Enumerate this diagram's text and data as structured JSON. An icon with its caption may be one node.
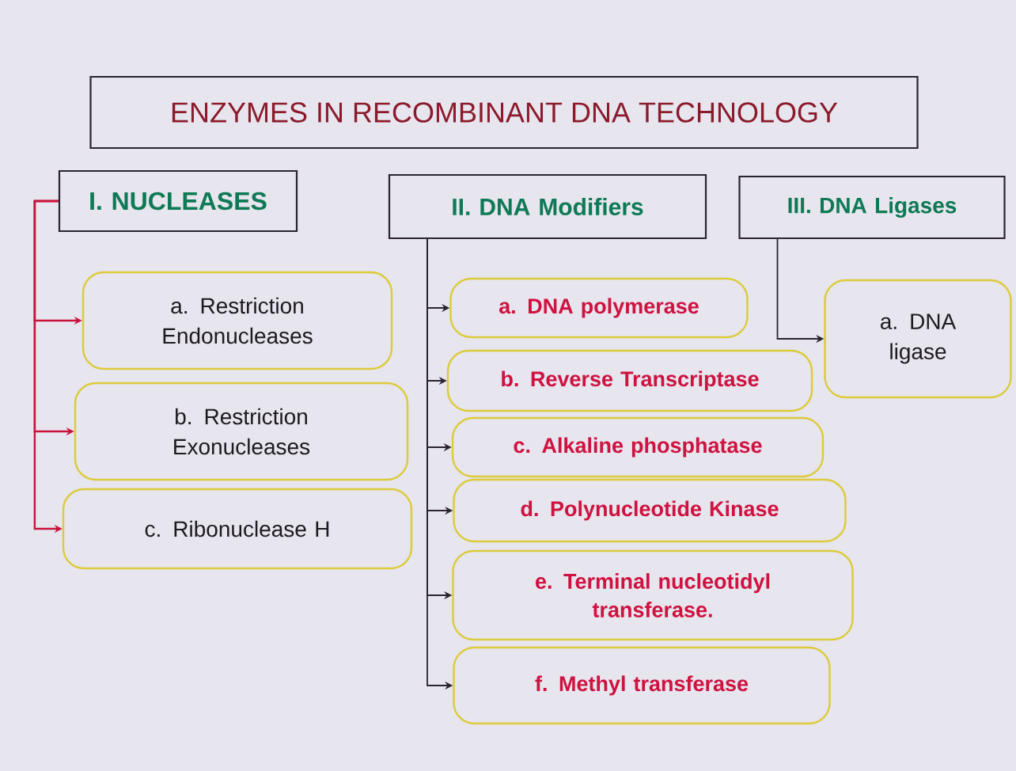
{
  "diagram": {
    "title": "ENZYMES IN RECOMBINANT DNA TECHNOLOGY",
    "nodes": [
      {
        "text": [
          "I. NUCLEASES"
        ]
      },
      {
        "text": [
          "a. Restriction Endonucleases"
        ]
      },
      {
        "text": [
          "b. Restriction Exonucleases"
        ]
      },
      {
        "text": [
          "c. Ribonuclease H"
        ]
      },
      {
        "text": [
          "II. DNA Modifiers"
        ]
      },
      {
        "text": [
          "a. DNA polymerase"
        ]
      },
      {
        "text": [
          "b. Reverse Transcriptase"
        ]
      },
      {
        "text": [
          "c. Alkaline phosphatase"
        ]
      },
      {
        "text": [
          "d. Polynucleotide Kinase"
        ]
      },
      {
        "text": [
          "e. Terminal nucleotidyl transferase."
        ]
      },
      {
        "text": [
          "f. Methyl transferase"
        ]
      },
      {
        "text": [
          "III. DNA Ligases"
        ]
      },
      {
        "text": [
          "a. DNA ligase"
        ]
      }
    ],
    "edges": [
      {
        "from": 0,
        "to": 1,
        "arrow": "to",
        "color": "#c8143c"
      },
      {
        "from": 0,
        "to": 2,
        "arrow": "to",
        "color": "#c8143c"
      },
      {
        "from": 0,
        "to": 3,
        "arrow": "to",
        "color": "#c8143c"
      },
      {
        "from": 4,
        "to": 5,
        "arrow": "to"
      },
      {
        "from": 4,
        "to": 6,
        "arrow": "to"
      },
      {
        "from": 4,
        "to": 7,
        "arrow": "to"
      },
      {
        "from": 4,
        "to": 8,
        "arrow": "to"
      },
      {
        "from": 4,
        "to": 9,
        "arrow": "to"
      },
      {
        "from": 4,
        "to": 10,
        "arrow": "to"
      },
      {
        "from": 11,
        "to": 12,
        "arrow": "to"
      }
    ]
  }
}
